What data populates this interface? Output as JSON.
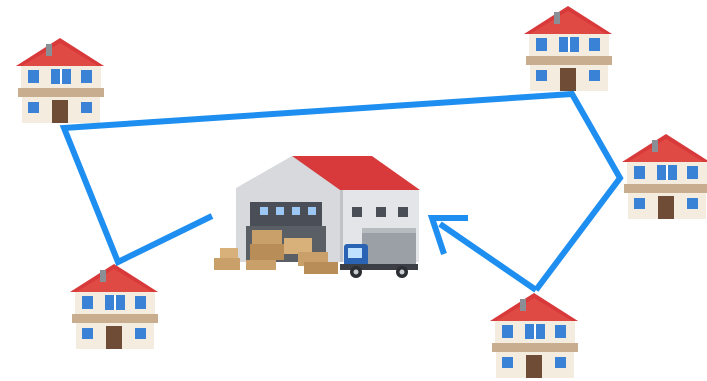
{
  "colors": {
    "route": "#1e8ff0",
    "roof_red": "#d8393a",
    "roof_dark": "#a92a2a",
    "wall_cream": "#f4ecdf",
    "band_tan": "#c8ae8f",
    "window_blue": "#3a82d6",
    "door_brown": "#6e4c35",
    "warehouse_wall": "#d7d9dc",
    "warehouse_shadow": "#bfc2c6",
    "box_tan": "#caa06a",
    "truck_blue": "#2a62b4",
    "cargo_gray": "#9aa0a6"
  },
  "icons": {
    "house": "house-icon",
    "warehouse": "warehouse-icon",
    "truck": "delivery-truck-icon",
    "boxes": "cardboard-boxes-icon",
    "arrow": "route-arrow-icon"
  },
  "houses": [
    {
      "name": "house-top-left"
    },
    {
      "name": "house-top-right"
    },
    {
      "name": "house-right"
    },
    {
      "name": "house-bottom-right"
    },
    {
      "name": "house-bottom-left"
    }
  ],
  "route": {
    "style": "solid",
    "ends_with_arrow": true,
    "arrow_points_to": "warehouse"
  }
}
